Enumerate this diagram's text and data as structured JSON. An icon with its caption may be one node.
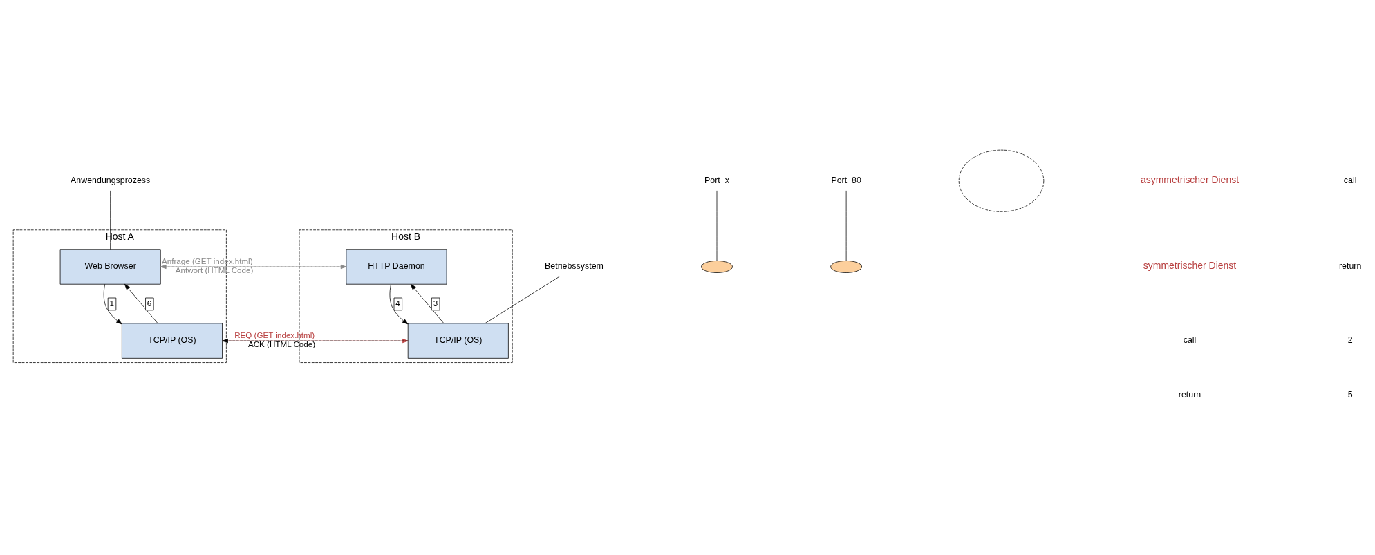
{
  "diagram": {
    "nodes": [
      {
        "text": [
          "Host A"
        ]
      },
      {
        "text": [
          "Web Browser"
        ],
        "in": 0
      },
      {
        "text": [
          "TCP/IP (OS)"
        ],
        "in": 0
      },
      {
        "text": [
          "Host B"
        ]
      },
      {
        "text": [
          "HTTP Daemon"
        ],
        "in": 3
      },
      {
        "text": [
          "TCP/IP (OS)"
        ],
        "in": 3
      },
      {
        "text": [],
        "shape": "ellipse"
      },
      {
        "text": [],
        "shape": "ellipse"
      },
      {
        "text": [],
        "shape": "cloud"
      },
      {
        "text": [
          "Port  x"
        ]
      },
      {
        "text": [
          "Port  80"
        ]
      },
      {
        "text": [
          "Anwendungsprozess"
        ]
      },
      {
        "text": [
          "Betriebssystem"
        ]
      }
    ],
    "edges": [
      {
        "from": 1,
        "to": 4,
        "arrow": "to",
        "label": "Anfrage (GET index.html)",
        "style": "dashed",
        "color": "#888888"
      },
      {
        "from": 4,
        "to": 1,
        "arrow": "to",
        "label": "Antwort (HTML Code)",
        "style": "dashed",
        "color": "#888888"
      },
      {
        "from": 1,
        "to": 2,
        "arrow": "to",
        "label": "1"
      },
      {
        "from": 2,
        "to": 1,
        "arrow": "to",
        "label": "6"
      },
      {
        "from": 5,
        "to": 4,
        "arrow": "to",
        "label": "3"
      },
      {
        "from": 4,
        "to": 5,
        "arrow": "to",
        "label": "4"
      },
      {
        "from": 2,
        "to": 5,
        "arrow": "to",
        "label": "REQ (GET index.html)",
        "color": "#b84040"
      },
      {
        "from": 5,
        "to": 2,
        "arrow": "to",
        "label": "ACK (HTML Code)",
        "style": "dashed"
      },
      {
        "from": 9,
        "to": 6,
        "arrow": "none"
      },
      {
        "from": 10,
        "to": 7,
        "arrow": "none"
      },
      {
        "from": 11,
        "to": 1,
        "arrow": "none"
      },
      {
        "from": 12,
        "to": 5,
        "arrow": "none"
      }
    ],
    "labels": [
      "asymmetrischer Dienst",
      "symmetrischer Dienst",
      "call",
      "return",
      "call",
      "return",
      "2",
      "5"
    ]
  }
}
